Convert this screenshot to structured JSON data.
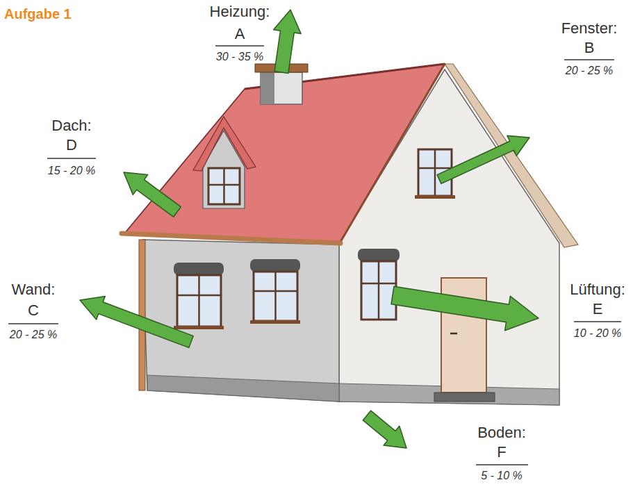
{
  "diagram": {
    "title": "Aufgabe 1",
    "labels": [
      "Heizung:",
      "A",
      "30 - 35 %",
      "Fenster:",
      "B",
      "20 - 25 %",
      "Dach:",
      "D",
      "15 - 20 %",
      "Wand:",
      "C",
      "20 - 25 %",
      "Lüftung:",
      "E",
      "10 - 20 %",
      "Boden:",
      "F",
      "5 - 10 %"
    ]
  }
}
